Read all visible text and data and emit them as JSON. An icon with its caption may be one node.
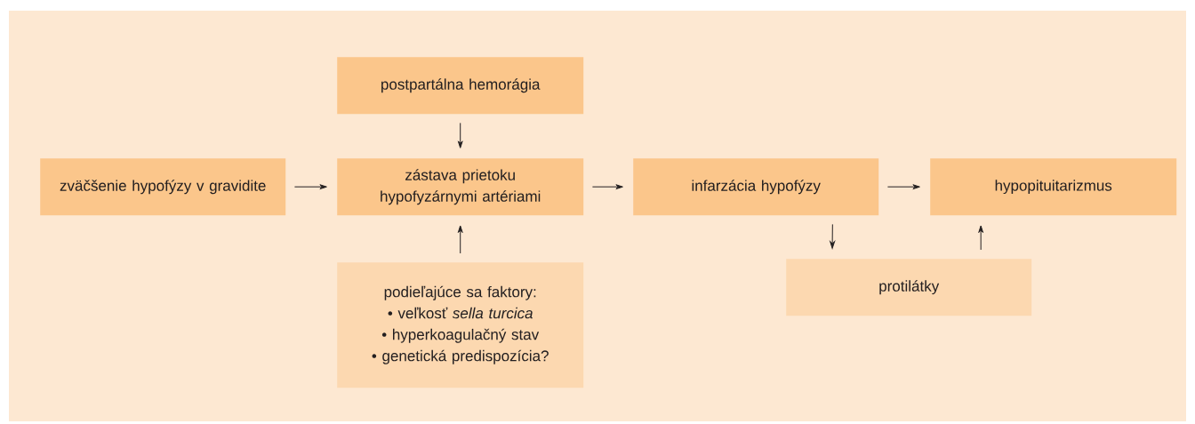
{
  "diagram": {
    "nodes": [
      {
        "text": [
          "postpartálna hemorágia"
        ]
      },
      {
        "text": [
          "zväčšenie hypofýzy v gravidite"
        ]
      },
      {
        "text": [
          "zástava prietoku hypofyzárnymi artériami"
        ]
      },
      {
        "text": [
          "infarzácia hypofýzy"
        ]
      },
      {
        "text": [
          "hypopituitarizmus"
        ]
      },
      {
        "text": [
          "podieľajúce sa faktory:",
          "• veľkosť *sella turcica*",
          "• hyperkoagulačný stav",
          "• genetická predispozícia?"
        ]
      },
      {
        "text": [
          "protilátky"
        ]
      }
    ],
    "edges": [
      {
        "from": 0,
        "to": 2,
        "arrow": "to"
      },
      {
        "from": 1,
        "to": 2,
        "arrow": "to"
      },
      {
        "from": 5,
        "to": 2,
        "arrow": "to"
      },
      {
        "from": 2,
        "to": 3,
        "arrow": "to"
      },
      {
        "from": 3,
        "to": 4,
        "arrow": "to"
      },
      {
        "from": 3,
        "to": 6,
        "arrow": "to"
      },
      {
        "from": 6,
        "to": 4,
        "arrow": "to"
      }
    ]
  }
}
